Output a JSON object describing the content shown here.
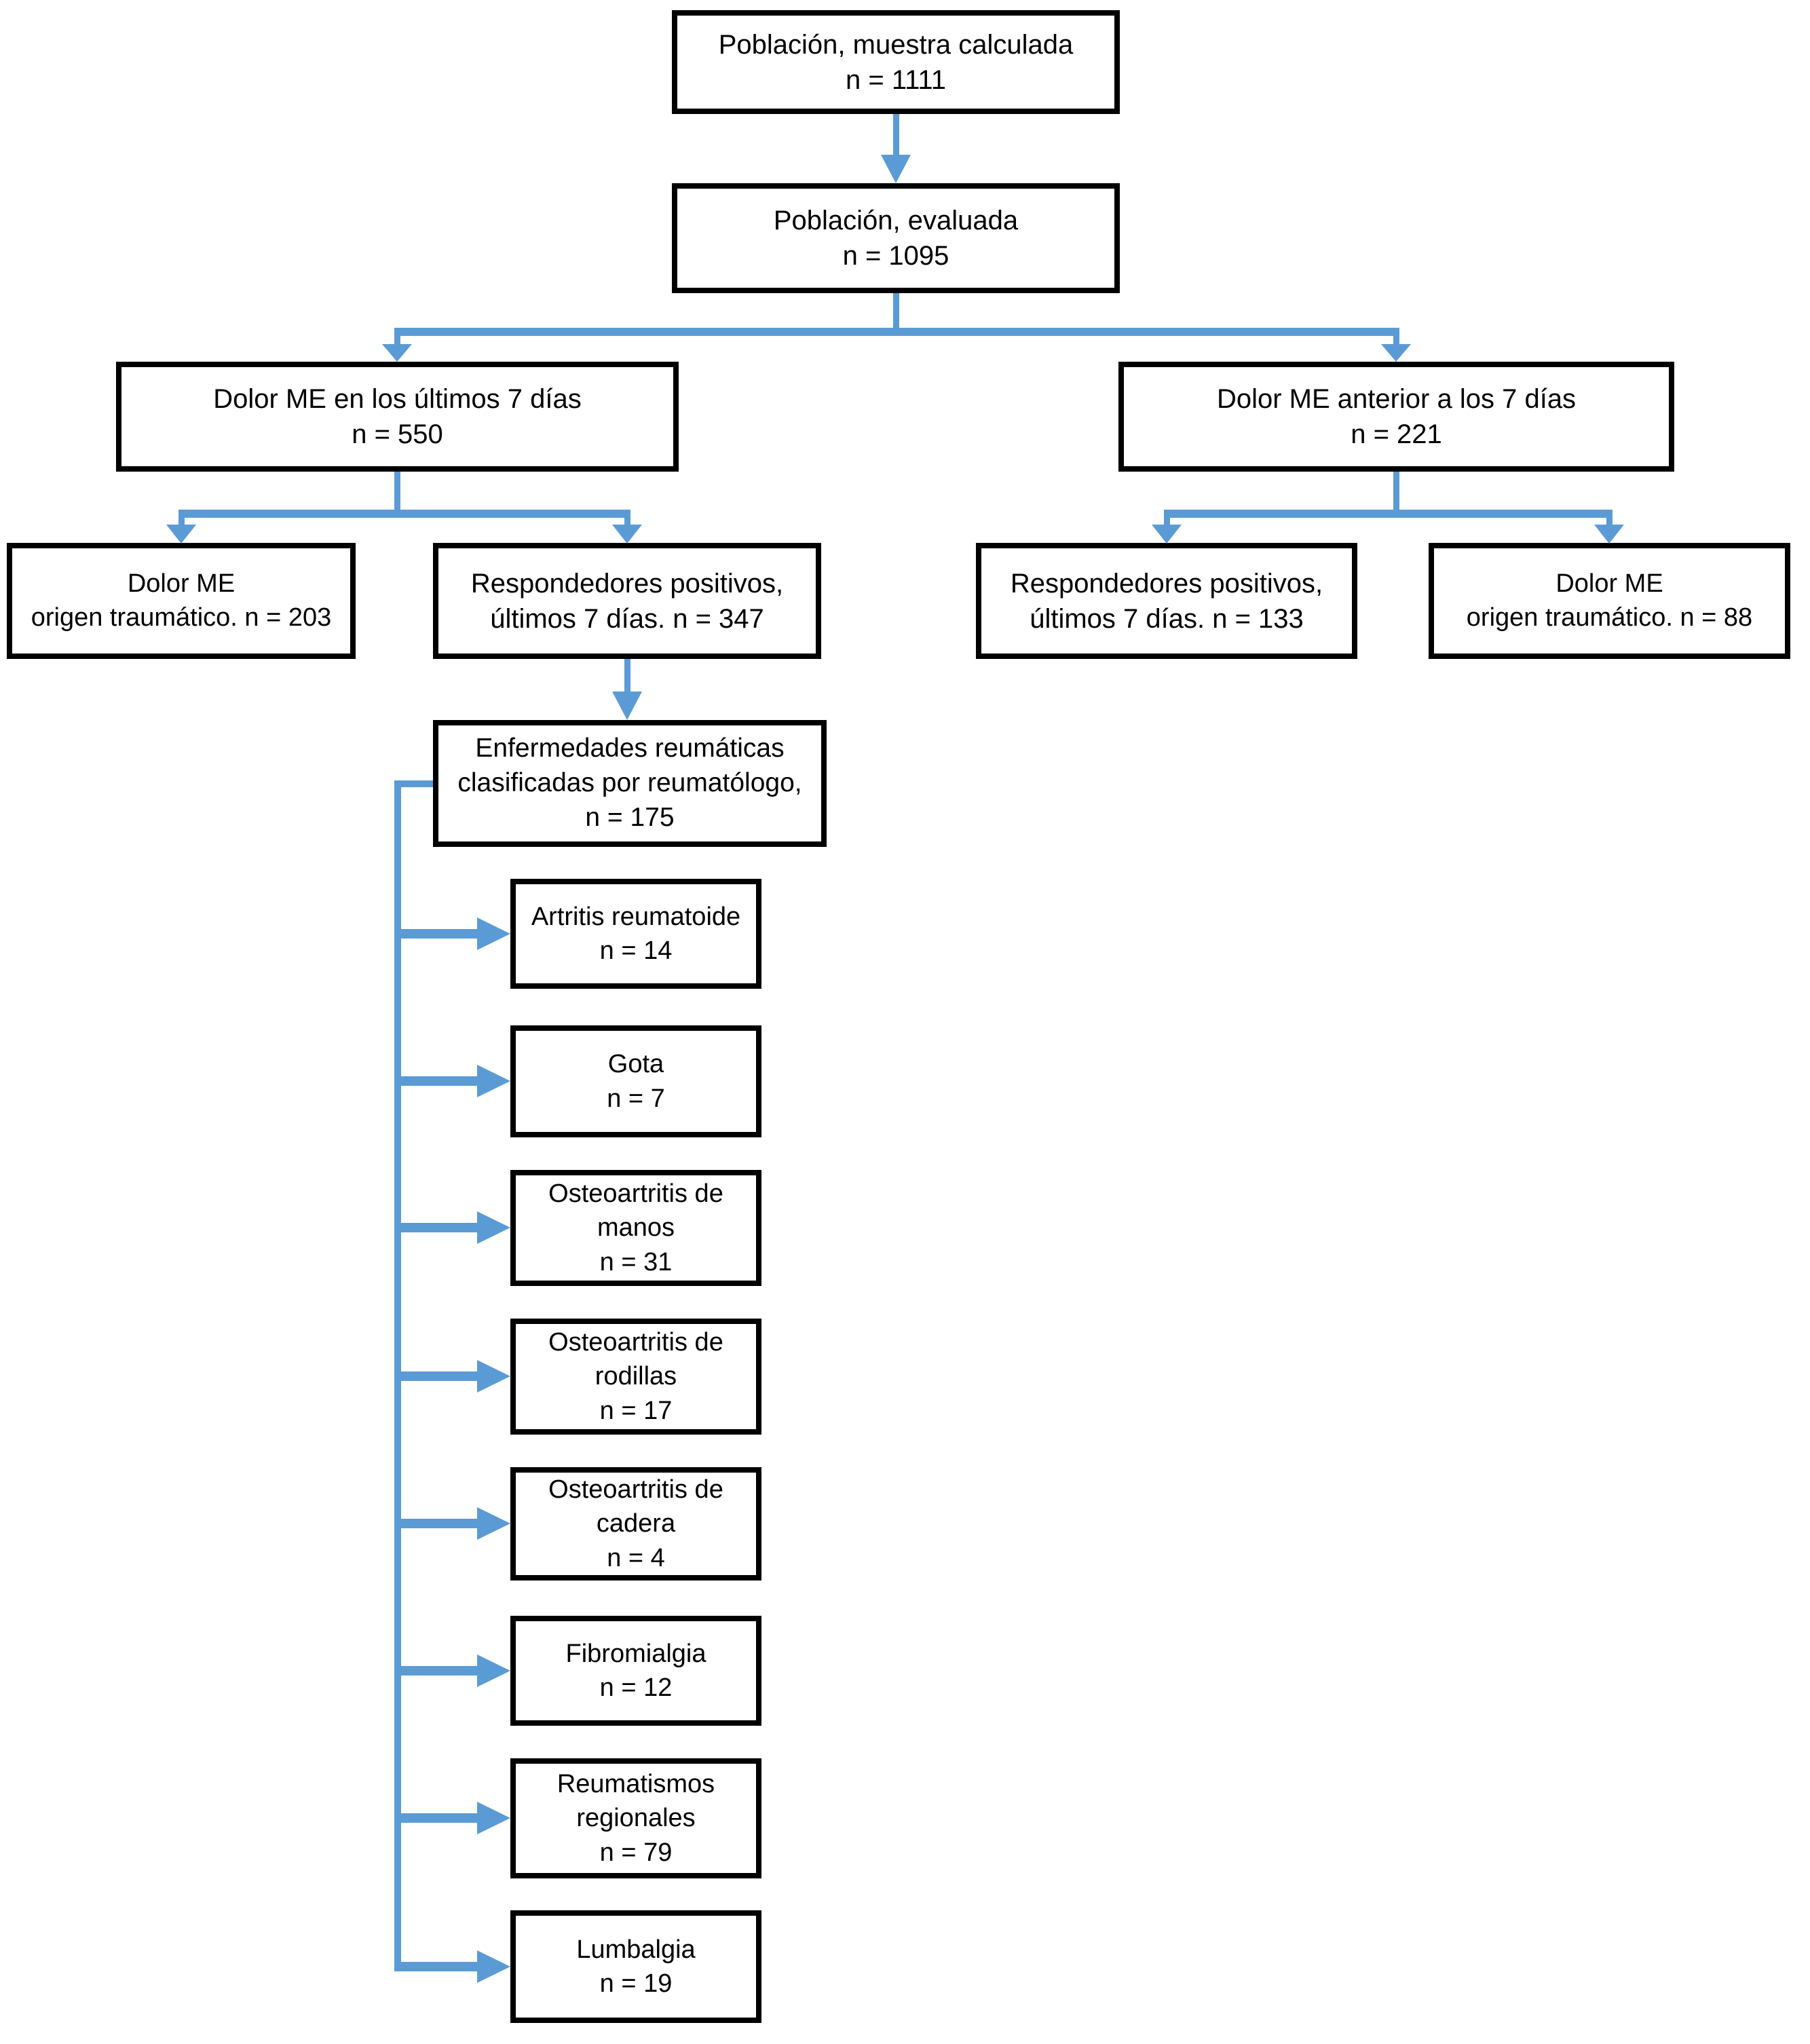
{
  "diagram": {
    "type": "flowchart",
    "colors": {
      "arrow": "#5B9BD5",
      "box_border": "#000000",
      "background": "#FFFFFF"
    },
    "nodes": {
      "muestra": {
        "line1": "Población, muestra calculada",
        "line2": "n = 1111"
      },
      "evaluada": {
        "line1": "Población, evaluada",
        "line2": "n = 1095"
      },
      "dolor_7dias": {
        "line1": "Dolor ME en los últimos 7 días",
        "line2": "n = 550"
      },
      "dolor_anterior": {
        "line1": "Dolor ME anterior a los 7 días",
        "line2": "n = 221"
      },
      "trauma_203": {
        "line1": "Dolor ME",
        "line2": "origen traumático. n = 203"
      },
      "resp_347": {
        "line1": "Respondedores positivos,",
        "line2": "últimos 7 días. n = 347"
      },
      "resp_133": {
        "line1": "Respondedores positivos,",
        "line2": "últimos 7 días. n = 133"
      },
      "trauma_88": {
        "line1": "Dolor ME",
        "line2": "origen traumático. n = 88"
      },
      "enfermedades": {
        "line1": "Enfermedades reumáticas",
        "line2": "clasificadas por reumatólogo,",
        "line3": "n = 175"
      },
      "artritis": {
        "line1": "Artritis reumatoide",
        "line2": "n = 14"
      },
      "gota": {
        "line1": "Gota",
        "line2": "n = 7"
      },
      "oa_manos": {
        "line1": "Osteoartritis de",
        "line2": "manos",
        "line3": "n = 31"
      },
      "oa_rodillas": {
        "line1": "Osteoartritis de",
        "line2": "rodillas",
        "line3": "n = 17"
      },
      "oa_cadera": {
        "line1": "Osteoartritis de",
        "line2": "cadera",
        "line3": "n = 4"
      },
      "fibromialgia": {
        "line1": "Fibromialgia",
        "line2": "n = 12"
      },
      "reumatismos": {
        "line1": "Reumatismos",
        "line2": "regionales",
        "line3": "n = 79"
      },
      "lumbalgia": {
        "line1": "Lumbalgia",
        "line2": "n = 19"
      }
    }
  }
}
